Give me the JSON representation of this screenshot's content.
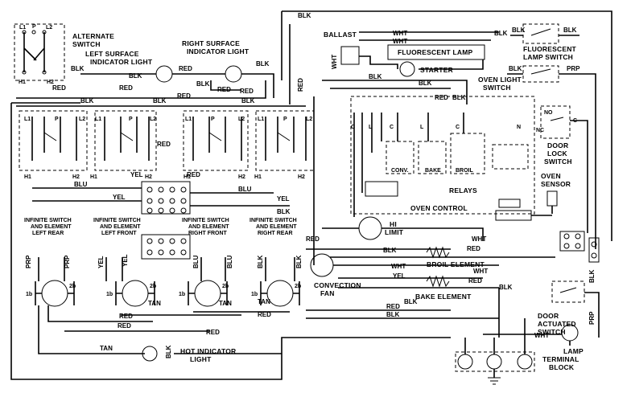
{
  "labels": {
    "alternate_switch": [
      "ALTERNATE",
      "SWITCH"
    ],
    "left_surface_indicator": [
      "LEFT SURFACE",
      "INDICATOR LIGHT"
    ],
    "right_surface_indicator": [
      "RIGHT SURFACE",
      "INDICATOR LIGHT"
    ],
    "ballast": "BALLAST",
    "fluorescent_lamp": "FLUORESCENT LAMP",
    "starter": "STARTER",
    "fluorescent_lamp_switch": [
      "FLUORESCENT",
      "LAMP SWITCH"
    ],
    "oven_light_switch": [
      "OVEN LIGHT",
      "SWITCH"
    ],
    "door_lock_switch": [
      "DOOR",
      "LOCK",
      "SWITCH"
    ],
    "oven_sensor": [
      "OVEN",
      "SENSOR"
    ],
    "relays": "RELAYS",
    "oven_control": "OVEN CONTROL",
    "hi_limit": [
      "HI",
      "LIMIT"
    ],
    "conv": "CONV.",
    "bake": "BAKE",
    "broil": "BROIL",
    "broil_element": "BROIL ELEMENT",
    "bake_element": "BAKE ELEMENT",
    "convection_fan": [
      "CONVECTION",
      "FAN"
    ],
    "door_actuated_switch": [
      "DOOR",
      "ACTUATED",
      "SWITCH"
    ],
    "lamp": "LAMP",
    "terminal_block": [
      "TERMINAL",
      "BLOCK"
    ],
    "hot_indicator_light": [
      "HOT INDICATOR",
      "LIGHT"
    ],
    "inf_left_rear": [
      "INFINITE SWITCH",
      "AND ELEMENT",
      "LEFT REAR"
    ],
    "inf_left_front": [
      "INFINITE SWITCH",
      "AND ELEMENT",
      "LEFT FRONT"
    ],
    "inf_right_front": [
      "INFINITE SWITCH",
      "AND ELEMENT",
      "RIGHT FRONT"
    ],
    "inf_right_rear": [
      "INFINITE SWITCH",
      "AND ELEMENT",
      "RIGHT REAR"
    ],
    "no": "NO",
    "nc": "NC",
    "c": "C"
  },
  "terminals": {
    "L1": "L1",
    "L2": "L2",
    "P": "P",
    "H1": "H1",
    "H2": "H2",
    "1b": "1b",
    "2b": "2b",
    "L": "L",
    "C": "C",
    "N": "N"
  },
  "wire_colors": {
    "blk": "BLK",
    "red": "RED",
    "blu": "BLU",
    "yel": "YEL",
    "wht": "WHT",
    "tan": "TAN",
    "prp": "PRP"
  }
}
